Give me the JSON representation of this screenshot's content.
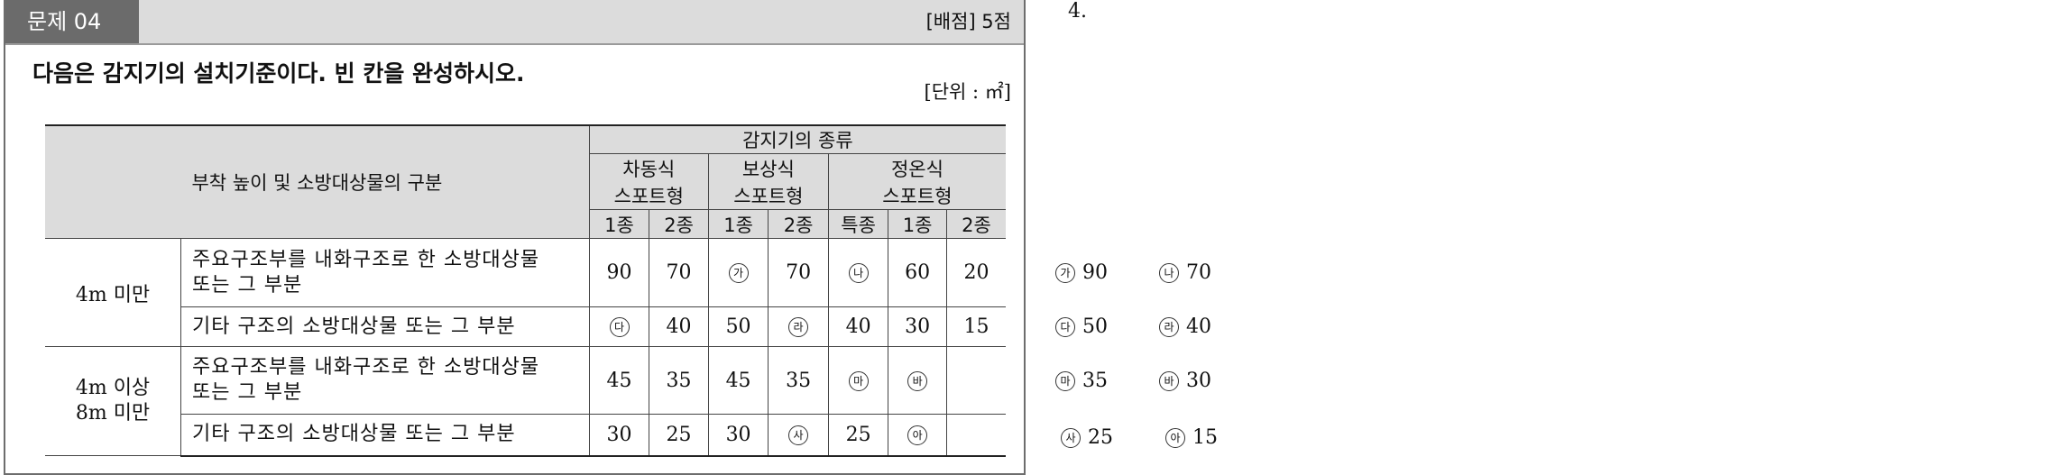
{
  "question": {
    "number_label": "문제 04",
    "score_label": "[배점] 5점",
    "title": "다음은 감지기의 설치기준이다. 빈 칸을 완성하시오.",
    "unit_label": "[단위 : ㎡]"
  },
  "table": {
    "header_left": "부착 높이 및 소방대상물의 구분",
    "header_top": "감지기의 종류",
    "groups": [
      {
        "line1": "차동식",
        "line2": "스포트형"
      },
      {
        "line1": "보상식",
        "line2": "스포트형"
      },
      {
        "line1": "정온식",
        "line2": "스포트형"
      }
    ],
    "sub_headers": [
      "1종",
      "2종",
      "1종",
      "2종",
      "특종",
      "1종",
      "2종"
    ],
    "height_labels": [
      {
        "line1": "4m 미만",
        "line2": ""
      },
      {
        "line1": "4m 이상",
        "line2": "8m 미만"
      }
    ],
    "row_desc": {
      "fire_resistant_1": "주요구조부를 내화구조로 한 소방대상물",
      "fire_resistant_2": "또는 그 부분",
      "other": "기타 구조의 소방대상물 또는 그 부분"
    },
    "rows": [
      [
        "90",
        "70",
        "가",
        "70",
        "나",
        "60",
        "20"
      ],
      [
        "다",
        "40",
        "50",
        "라",
        "40",
        "30",
        "15"
      ],
      [
        "45",
        "35",
        "45",
        "35",
        "마",
        "바",
        ""
      ],
      [
        "30",
        "25",
        "30",
        "사",
        "25",
        "아",
        ""
      ]
    ]
  },
  "answer": {
    "number": "4.",
    "rows": [
      [
        {
          "mark": "가",
          "value": "90"
        },
        {
          "mark": "나",
          "value": "70"
        }
      ],
      [
        {
          "mark": "다",
          "value": "50"
        },
        {
          "mark": "라",
          "value": "40"
        }
      ],
      [
        {
          "mark": "마",
          "value": "35"
        },
        {
          "mark": "바",
          "value": "30"
        }
      ],
      [
        {
          "mark": "사",
          "value": "25"
        },
        {
          "mark": "아",
          "value": "15"
        }
      ]
    ]
  }
}
